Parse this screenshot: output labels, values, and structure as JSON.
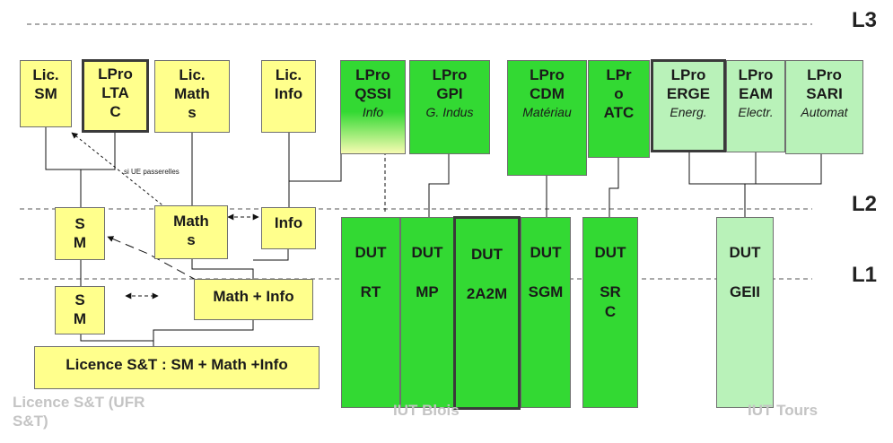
{
  "levels": {
    "l3": "L3",
    "l2": "L2",
    "l1": "L1"
  },
  "boxes": {
    "lic_sm": [
      "Lic.",
      "SM"
    ],
    "lpro_ltac": [
      "LPro",
      "LTA",
      "C"
    ],
    "lic_maths": [
      "Lic.",
      "Math",
      "s"
    ],
    "lic_info": [
      "Lic.",
      "Info"
    ],
    "lpro_qssi": [
      "LPro",
      "QSSI"
    ],
    "lpro_qssi_sub": "Info",
    "lpro_gpi": [
      "LPro",
      "GPI"
    ],
    "lpro_gpi_sub": "G. Indus",
    "lpro_cdm": [
      "LPro",
      "CDM"
    ],
    "lpro_cdm_sub": "Matériau",
    "lpro_atc": [
      "LPr",
      "o",
      "ATC"
    ],
    "lpro_erge": [
      "LPro",
      "ERGE"
    ],
    "lpro_erge_sub": "Energ.",
    "lpro_eam": [
      "LPro",
      "EAM"
    ],
    "lpro_eam_sub": "Electr.",
    "lpro_sari": [
      "LPro",
      "SARI"
    ],
    "lpro_sari_sub": "Automat",
    "sm_l2": [
      "S",
      "M"
    ],
    "maths_l2": [
      "Math",
      "s"
    ],
    "info_l2": [
      "Info"
    ],
    "sm_l1": [
      "S",
      "M"
    ],
    "math_info": "Math + Info",
    "licence_st": "Licence S&T : SM + Math +Info",
    "dut_rt": [
      "DUT",
      "RT"
    ],
    "dut_mp": [
      "DUT",
      "MP"
    ],
    "dut_2a2m": [
      "DUT",
      "2A2M"
    ],
    "dut_sgm": [
      "DUT",
      "SGM"
    ],
    "dut_src": [
      "DUT",
      "SR",
      "C"
    ],
    "dut_geii": [
      "DUT",
      "GEII"
    ]
  },
  "annotations": {
    "passerelles": "si UE passerelles"
  },
  "captions": {
    "licence_ufr": [
      "Licence S&T (UFR",
      "S&T)"
    ],
    "iut_blois": "IUT Blois",
    "iut_tours": "IUT Tours"
  },
  "colors": {
    "yellow": "#ffff8c",
    "green": "#33d933",
    "light_green": "#b9f2b9"
  }
}
